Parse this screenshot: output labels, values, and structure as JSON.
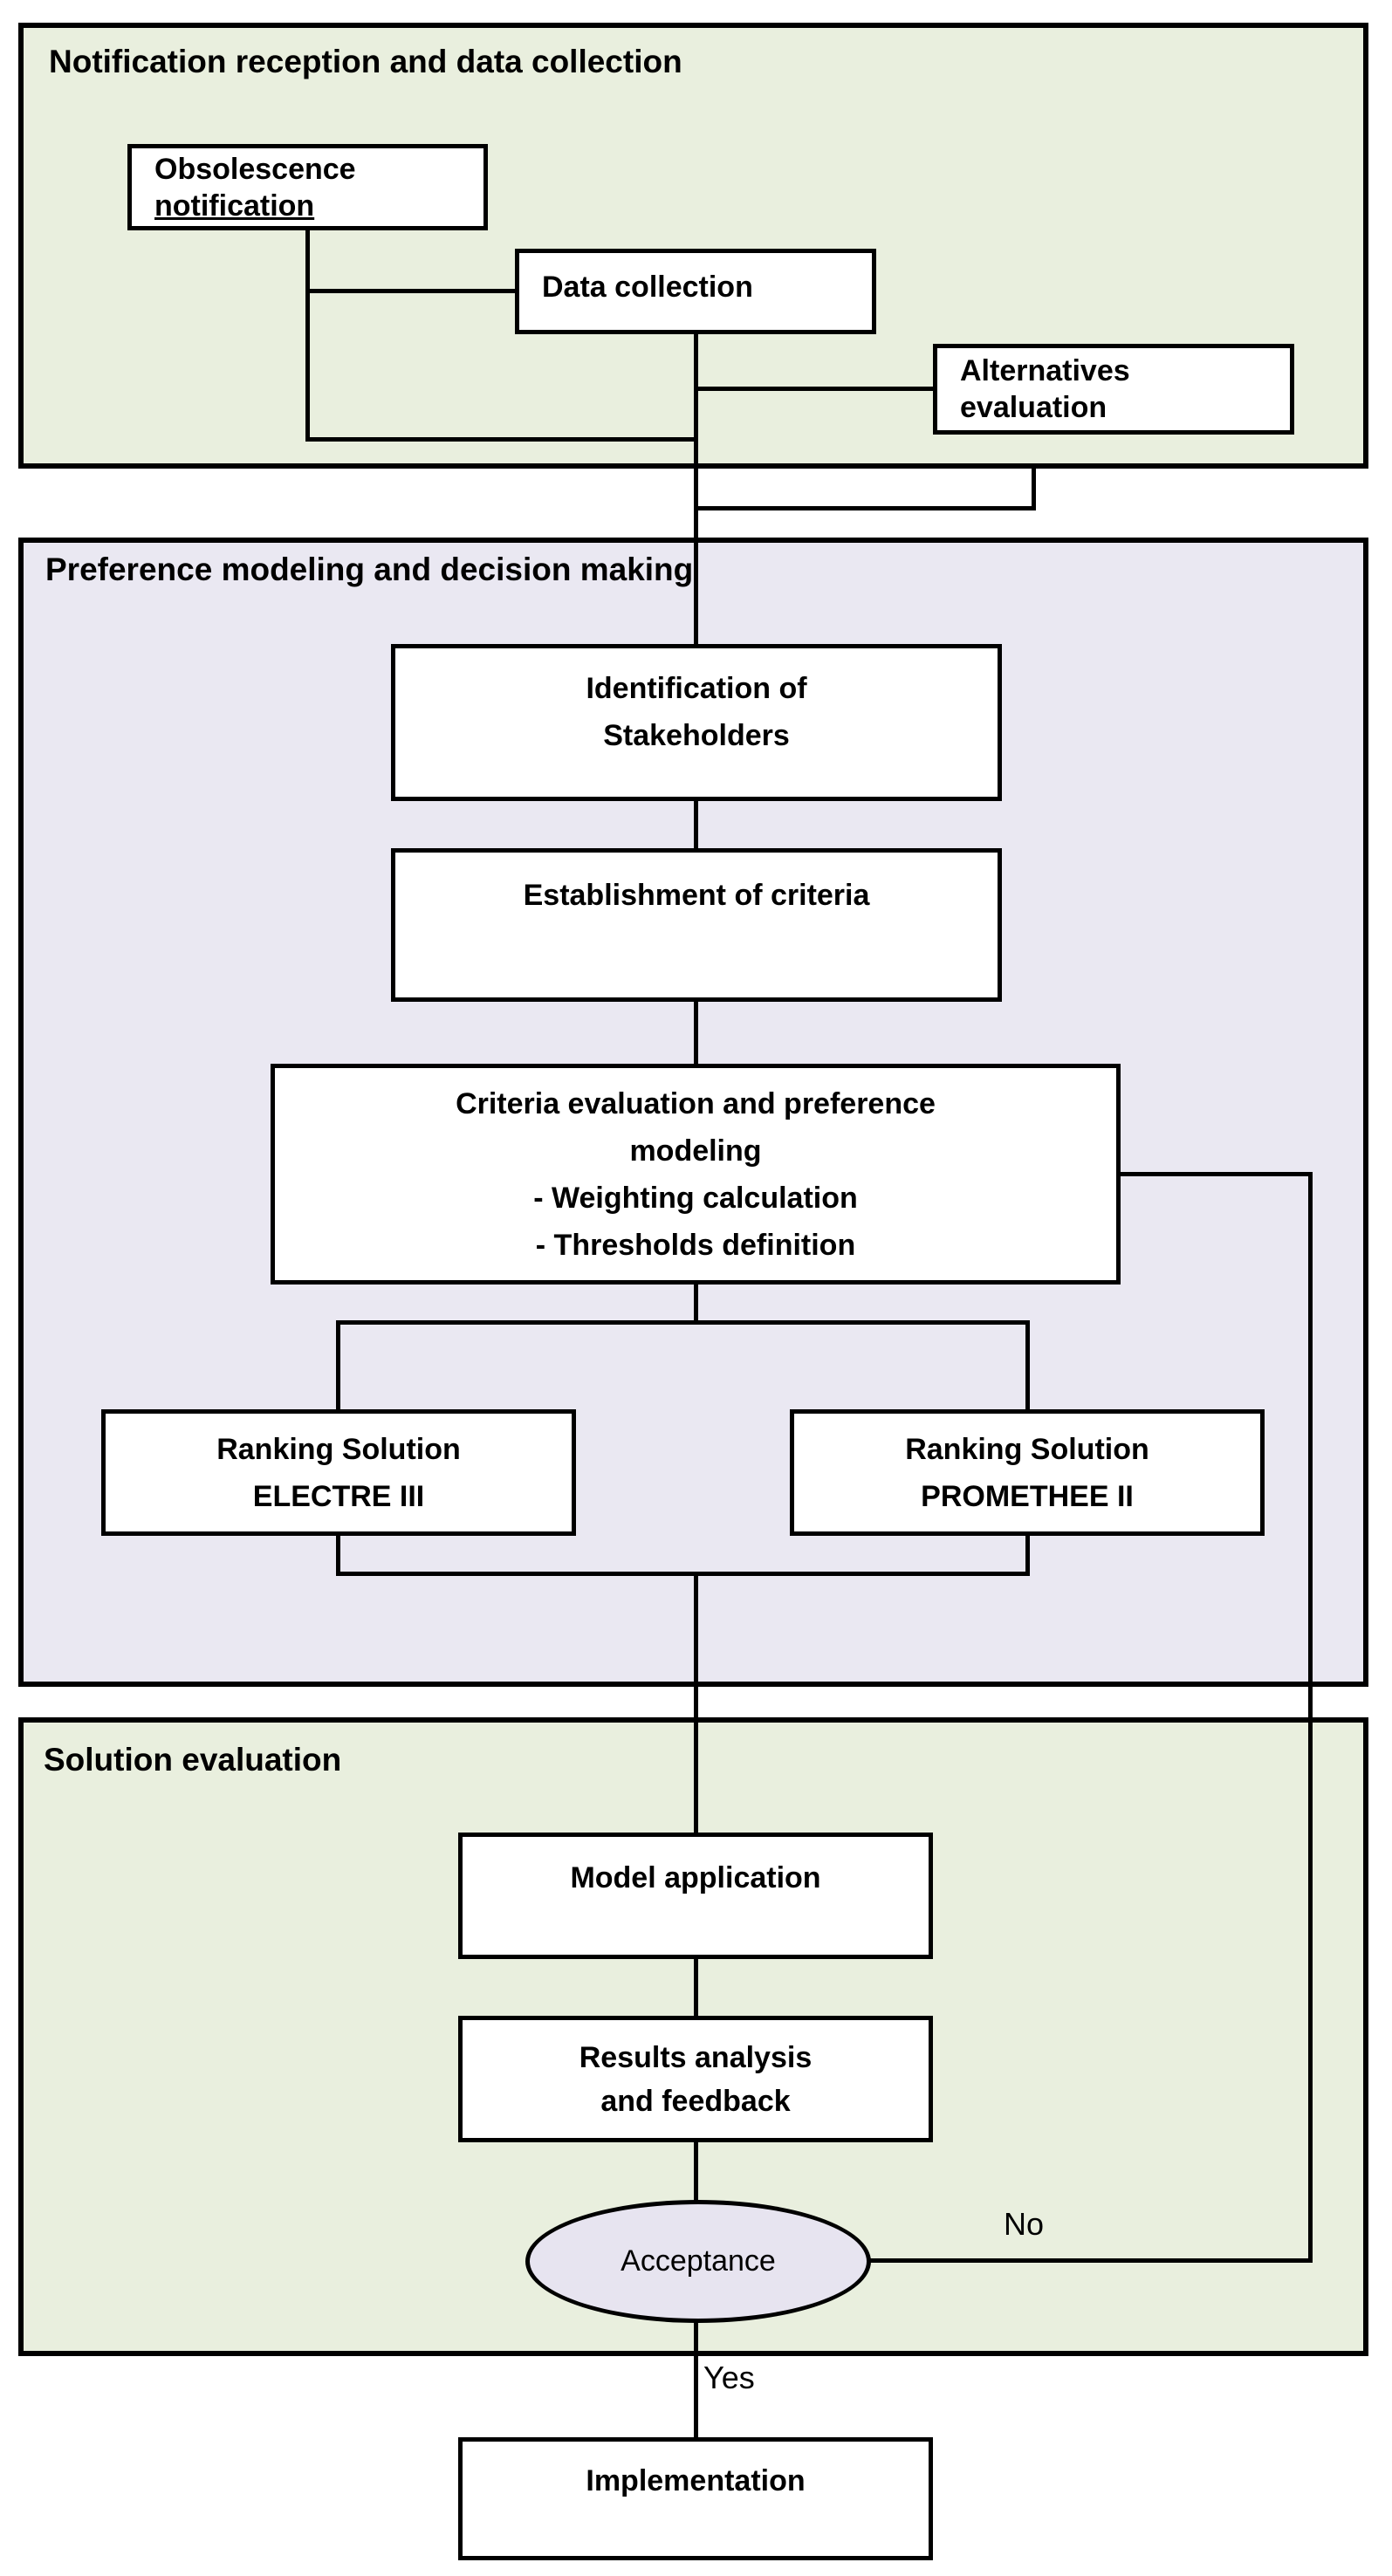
{
  "sections": {
    "notification": {
      "title": "Notification reception and data collection"
    },
    "preference": {
      "title": "Preference modeling and decision making"
    },
    "solution": {
      "title": "Solution evaluation"
    }
  },
  "nodes": {
    "obsolescence": {
      "l1": "Obsolescence",
      "l2": "notification"
    },
    "data_collection": {
      "l1": "Data collection"
    },
    "alternatives": {
      "l1": "Alternatives",
      "l2": "evaluation"
    },
    "identification": {
      "l1": "Identification of",
      "l2": "Stakeholders"
    },
    "establishment": {
      "l1": "Establishment of criteria"
    },
    "criteria": {
      "l1": "Criteria evaluation and preference",
      "l2": "modeling",
      "l3": "- Weighting calculation",
      "l4": "- Thresholds definition"
    },
    "electre": {
      "l1": "Ranking Solution",
      "l2": "ELECTRE III"
    },
    "promethee": {
      "l1": "Ranking Solution",
      "l2": "PROMETHEE II"
    },
    "model_application": {
      "l1": "Model application"
    },
    "results": {
      "l1": "Results analysis",
      "l2": "and feedback"
    },
    "acceptance": {
      "l1": "Acceptance"
    },
    "implementation": {
      "l1": "Implementation"
    }
  },
  "edge_labels": {
    "no": "No",
    "yes": "Yes"
  },
  "colors": {
    "section_green": "#e9efde",
    "section_lavender": "#eae8f2",
    "decision_fill": "#e7e4f0",
    "box_fill": "#ffffff",
    "line": "#000000",
    "text": "#000000"
  }
}
